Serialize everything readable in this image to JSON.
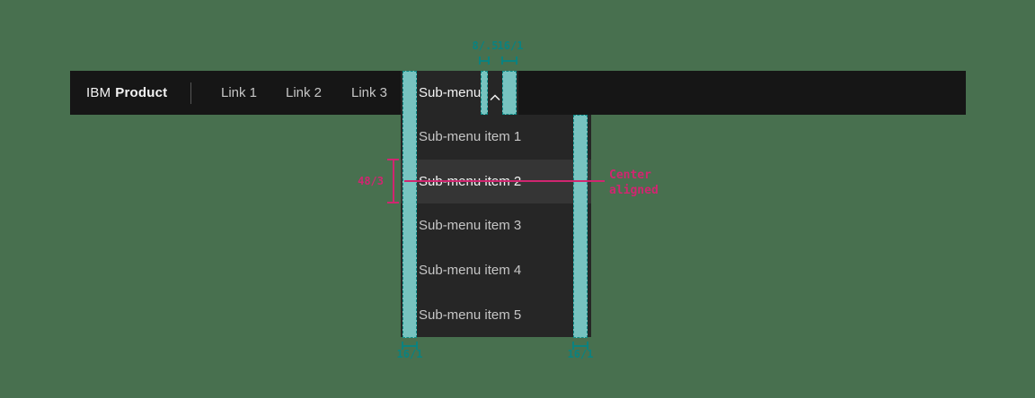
{
  "page": {
    "background_color": "#48704F"
  },
  "header": {
    "brand_prefix": "IBM",
    "brand_name": "Product",
    "links": [
      {
        "label": "Link 1"
      },
      {
        "label": "Link 2"
      },
      {
        "label": "Link 3"
      }
    ],
    "submenu_label": "Sub-menu",
    "submenu_expanded": true,
    "colors": {
      "bar_bg": "#161616",
      "link_text": "#c6c6c6",
      "active_text": "#f4f4f4",
      "trigger_bg": "#262626"
    }
  },
  "dropdown": {
    "items": [
      "Sub-menu item 1",
      "Sub-menu item 2",
      "Sub-menu item 3",
      "Sub-menu item 4",
      "Sub-menu item 5"
    ],
    "highlighted_index": 1,
    "colors": {
      "panel_bg": "#262626",
      "item_text": "#c6c6c6",
      "highlight_bg": "#353535",
      "highlight_text": "#f4f4f4"
    }
  },
  "annotations": {
    "trigger_text_to_icon_gap_label": "8/.5",
    "trigger_right_padding_label": "16/1",
    "dropdown_left_padding_label": "16/1",
    "dropdown_right_padding_label": "16/1",
    "item_height_label": "48/3",
    "alignment_label": "Center aligned",
    "colors": {
      "spacing_fill": "#7ecfcc",
      "spacing_edge": "#0d928e",
      "spacing_text": "#0b827f",
      "measure": "#d02670"
    }
  }
}
